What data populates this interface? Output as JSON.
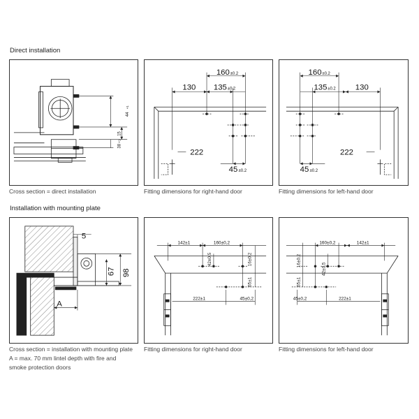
{
  "sections": {
    "direct_title": "Direct installation",
    "plate_title": "Installation with mounting plate"
  },
  "captions": {
    "direct_cross": "Cross section = direct installation",
    "direct_right": "Fitting dimensions for right-hand door",
    "direct_left": "Fitting dimensions for left-hand door",
    "plate_cross_1": "Cross section = installation with mounting plate",
    "plate_cross_2": "A = max. 70 mm lintel depth with fire and",
    "plate_cross_3": "smoke protection doors",
    "plate_right": "Fitting dimensions for right-hand door",
    "plate_left": "Fitting dimensions for left-hand door"
  },
  "dims": {
    "d44": "44",
    "d44_tol": "+1",
    "d15": "15",
    "d38": "38",
    "d38_tol": "+1",
    "d160": "160",
    "d135": "135",
    "tol02": "±0.2",
    "d130": "130",
    "d222": "222",
    "d45": "45",
    "p5": "5",
    "p67": "67",
    "p98": "98",
    "pA": "A",
    "p142": "142±1",
    "p160": "160±0,2",
    "p42": "42±0,5",
    "p16": "16±0,2",
    "p65": "65±1",
    "p222": "222±1",
    "p45": "45±0,2"
  },
  "colors": {
    "line": "#222222",
    "frame": "#333333",
    "hatch": "#555555",
    "caption": "#444444"
  }
}
